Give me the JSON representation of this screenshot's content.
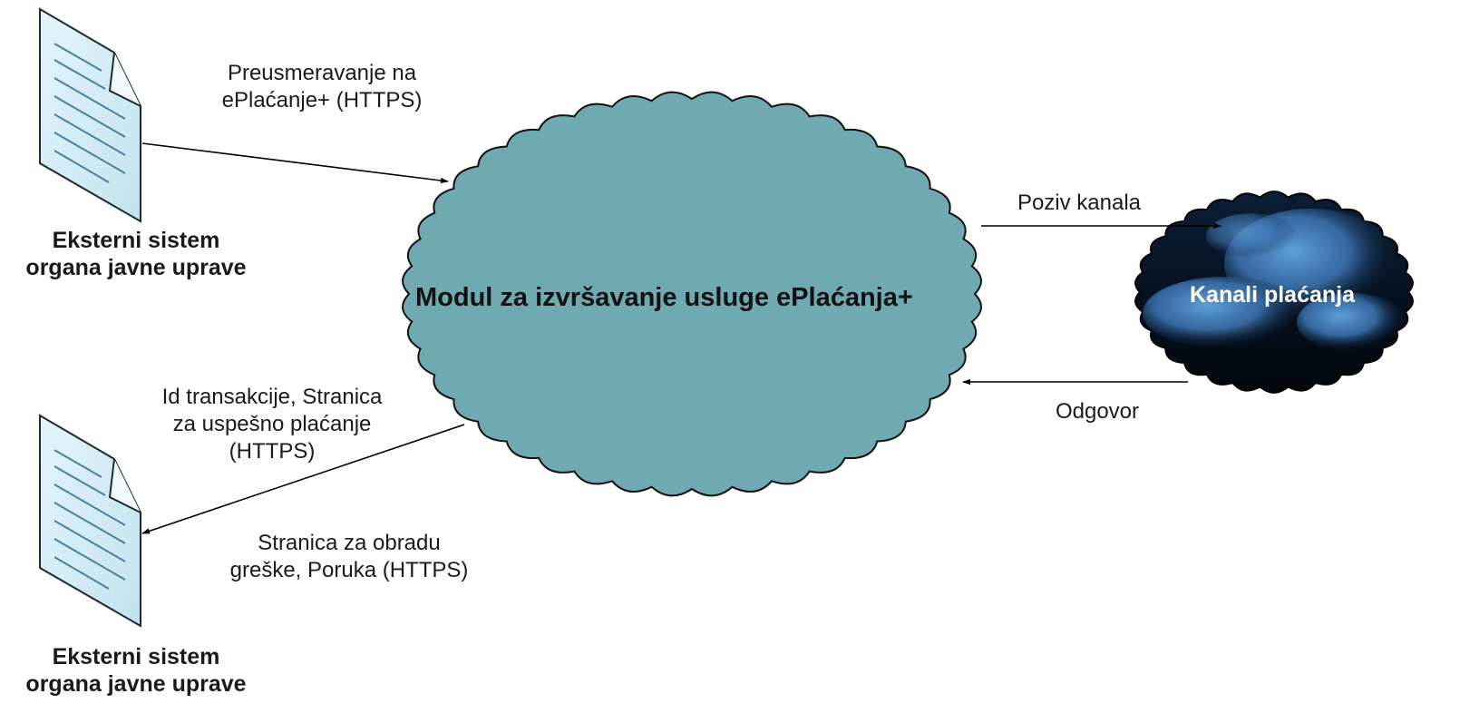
{
  "documents": {
    "top_label": [
      "Eksterni sistem",
      "organa javne uprave"
    ],
    "bottom_label": [
      "Eksterni sistem",
      "organa javne uprave"
    ]
  },
  "main_module": {
    "title": "Modul za izvršavanje usluge ePlaćanja+"
  },
  "payment_channels": {
    "title": "Kanali plaćanja"
  },
  "arrows": {
    "redirect": [
      "Preusmeravanje na",
      "ePlaćanje+ (HTTPS)"
    ],
    "success": [
      "Id transakcije, Stranica",
      "za uspešno plaćanje",
      "(HTTPS)"
    ],
    "error": [
      "Stranica za obradu",
      "greške, Poruka (HTTPS)"
    ],
    "call": "Poziv kanala",
    "response": "Odgovor"
  },
  "colors": {
    "module_fill": "#6fa9b2",
    "document_fill": "#d3edf7",
    "channel_dark": "#02070f",
    "channel_light": "#4f8fca"
  }
}
